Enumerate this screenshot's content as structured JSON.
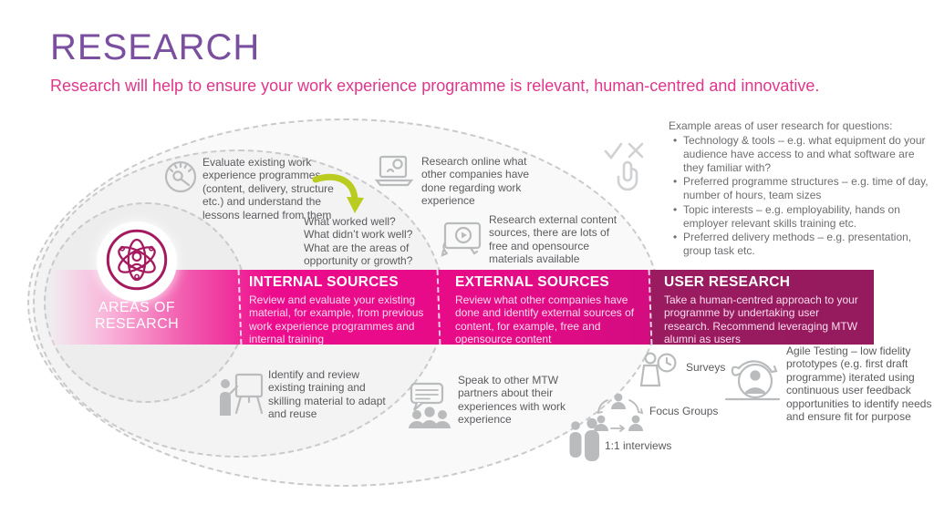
{
  "header": {
    "title": "RESEARCH",
    "subtitle": "Research will help to ensure your work experience programme is relevant, human-centred and innovative."
  },
  "badge": {
    "label_line1": "AREAS OF",
    "label_line2": "RESEARCH",
    "icon": "atom-person-icon"
  },
  "band": {
    "internal": {
      "heading": "INTERNAL SOURCES",
      "body": "Review and evaluate your existing material, for example, from previous work experience programmes and internal training"
    },
    "external": {
      "heading": "EXTERNAL SOURCES",
      "body": "Review what other companies have done and identify external sources of content, for example, free and opensource content"
    },
    "user": {
      "heading": "USER RESEARCH",
      "body": "Take a human-centred approach to your programme by undertaking user research. Recommend leveraging MTW alumni as users"
    }
  },
  "notes": {
    "evaluate": "Evaluate existing work experience programmes (content, delivery, structure etc.) and understand the lessons learned from them",
    "questions_line1": "What worked well?",
    "questions_line2": "What didn’t work well?",
    "questions_line3": "What are the areas of opportunity or growth?",
    "research_online": "Research online what other companies have done regarding work experience",
    "external_content": "Research external content sources, there are lots of free and opensource materials available",
    "identify_review": "Identify and review existing training and skilling material to adapt and reuse",
    "speak_partners": "Speak to other MTW partners about their experiences with work experience",
    "agile_testing": "Agile Testing – low fidelity prototypes (e.g. first draft programme) iterated using continuous user feedback opportunities to identify needs and ensure fit for purpose"
  },
  "methods": {
    "surveys": "Surveys",
    "focus_groups": "Focus Groups",
    "interviews": "1:1 interviews"
  },
  "examples": {
    "intro": "Example areas of user research for questions:",
    "bullets": [
      "Technology & tools – e.g. what equipment do your audience have access to and what software are they familiar with?",
      "Preferred programme structures – e.g. time of day, number of hours, team sizes",
      "Topic interests – e.g. employability, hands on employer relevant skills training etc.",
      "Preferred delivery methods – e.g. presentation, group task etc."
    ]
  },
  "colors": {
    "title_purple": "#7b4fa0",
    "accent_pink": "#ec008c",
    "dark_magenta": "#9b1b60",
    "icon_gray": "#b9bbbd",
    "text_gray": "#5a5b5e",
    "arrow_green": "#b9cc1f"
  }
}
